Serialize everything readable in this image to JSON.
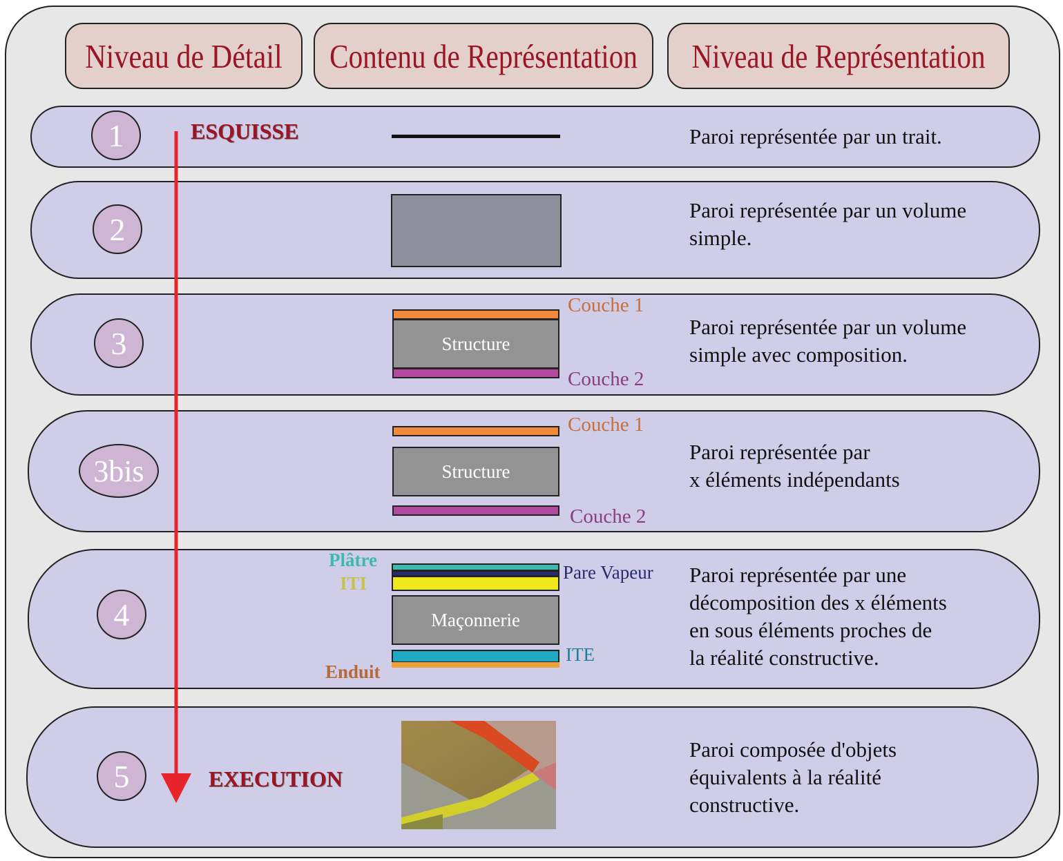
{
  "headers": {
    "detail": "Niveau de Détail",
    "content": "Contenu de Représentation",
    "representation": "Niveau de Représentation"
  },
  "phases": {
    "start": "ESQUISSE",
    "end": "EXECUTION"
  },
  "levels": [
    {
      "number": "1",
      "description": "Paroi représentée par un trait."
    },
    {
      "number": "2",
      "description": "Paroi représentée par un volume\nsimple."
    },
    {
      "number": "3",
      "description": "Paroi représentée par un volume\nsimple avec composition."
    },
    {
      "number": "3bis",
      "description": "Paroi représentée par\nx éléments indépendants"
    },
    {
      "number": "4",
      "description": "Paroi représentée par une\ndécomposition des x éléments\nen sous éléments proches de\nla réalité constructive."
    },
    {
      "number": "5",
      "description": "Paroi composée d'objets\néquivalents à la réalité\nconstructive."
    }
  ],
  "layers": {
    "couche1": "Couche 1",
    "couche2": "Couche 2",
    "structure": "Structure",
    "platre": "Plâtre",
    "iti": "ITI",
    "pare_vapeur": "Pare Vapeur",
    "maconnerie": "Maçonnerie",
    "ite": "ITE",
    "enduit": "Enduit"
  },
  "colors": {
    "header_text": "#9b1526",
    "arrow": "#e8242b",
    "couche1": "#f28a3e",
    "couche2": "#b14a9e",
    "structure": "#939393",
    "volume": "#8f8e9d",
    "platre": "#3fb9ad",
    "pare_vapeur": "#2b2a6a",
    "iti": "#efe81d",
    "ite": "#1fa9c4",
    "enduit": "#f0a23a"
  }
}
